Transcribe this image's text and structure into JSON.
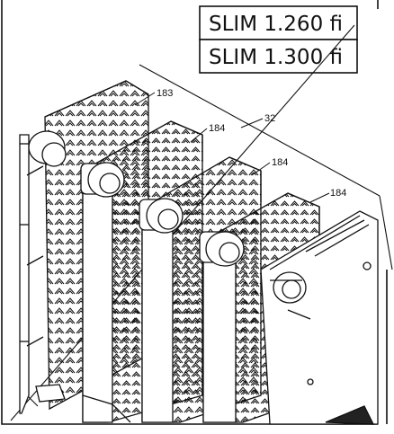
{
  "model_labels": [
    "SLIM 1.260 fi",
    "SLIM 1.300 fi"
  ],
  "callouts": [
    "183",
    "184",
    "32",
    "184",
    "184"
  ]
}
